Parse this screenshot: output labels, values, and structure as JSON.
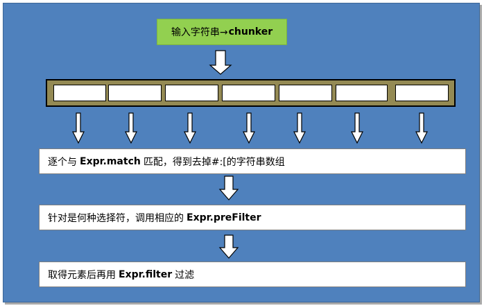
{
  "input_box": {
    "label": "输入字符串→",
    "code": "chunker"
  },
  "chunk_bar": {
    "cell_count": 7
  },
  "steps": [
    {
      "prefix": "逐个与",
      "code": "Expr.match",
      "suffix": "匹配，得到去掉#:[的字符串数组"
    },
    {
      "prefix": "针对是何种选择符，调用相应的",
      "code": "Expr.preFilter",
      "suffix": ""
    },
    {
      "prefix": "取得元素后再用",
      "code": "Expr.filter",
      "suffix": "过滤"
    }
  ],
  "colors": {
    "panel": "#4f81bd",
    "input_fill": "#92d050",
    "bar_fill": "#948a54",
    "box_fill": "#ffffff"
  }
}
